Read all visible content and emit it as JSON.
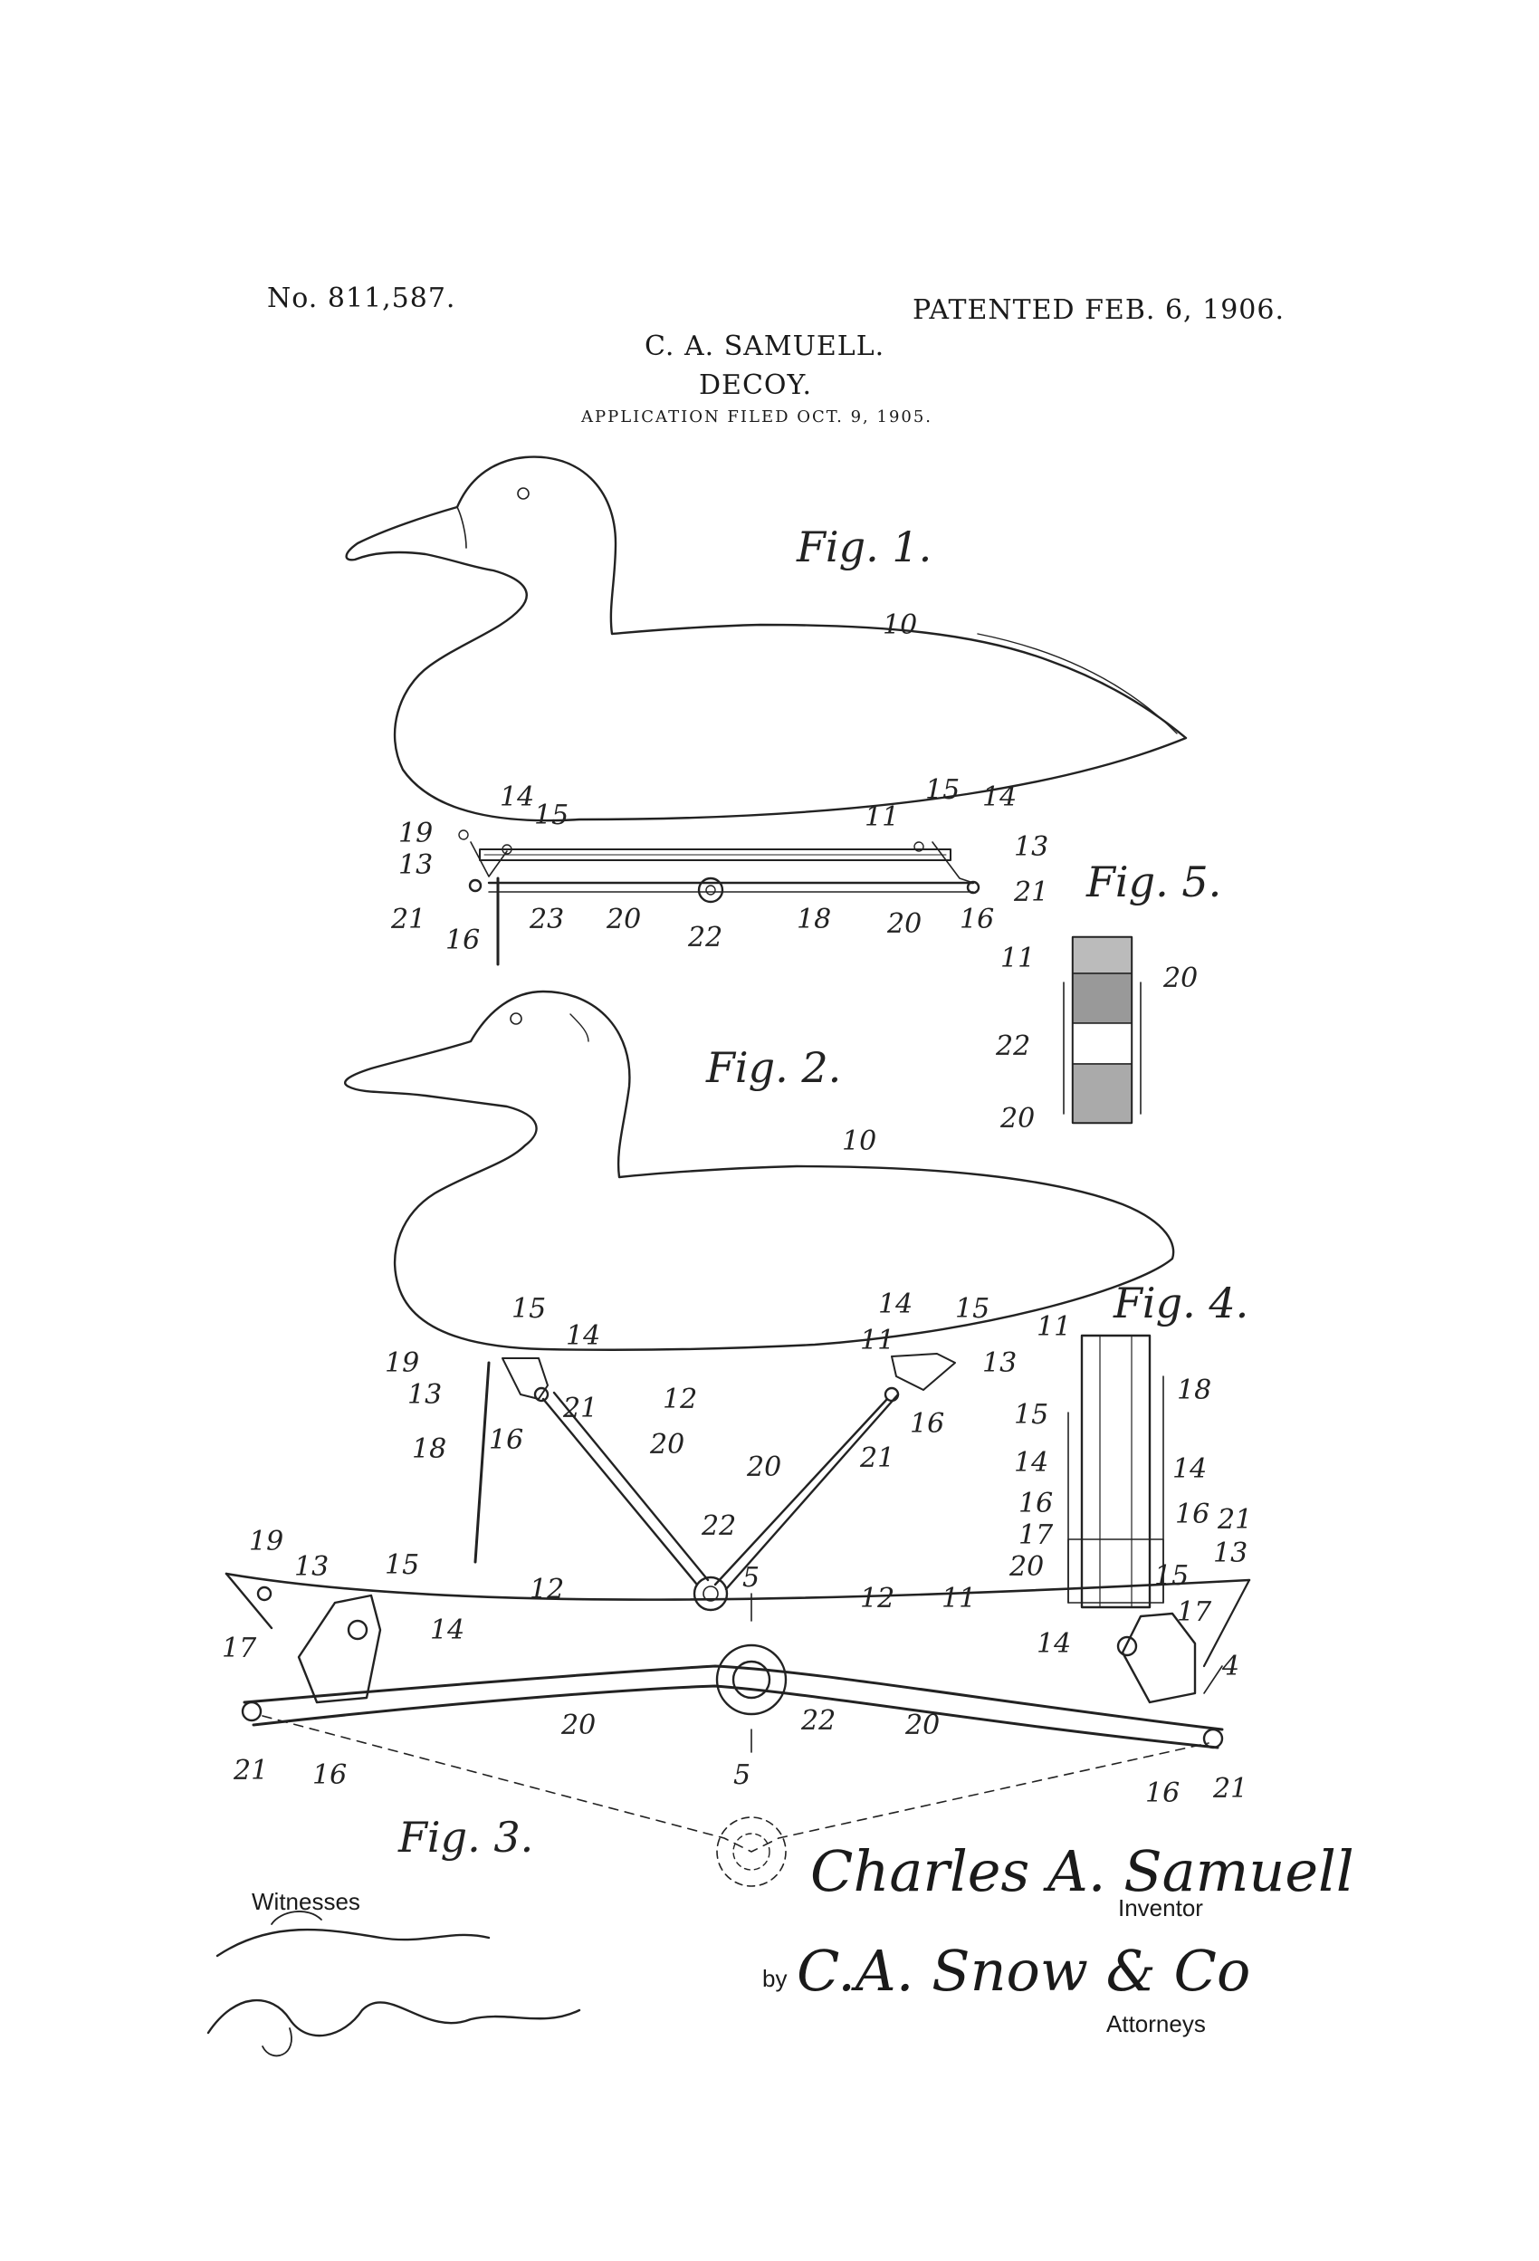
{
  "header": {
    "patent_number": "No. 811,587.",
    "patent_date": "PATENTED FEB. 6, 1906.",
    "inventor_name": "C. A. SAMUELL.",
    "title": "DECOY.",
    "filed": "APPLICATION FILED OCT. 9, 1905."
  },
  "figures": {
    "fig1": "Fig. 1.",
    "fig2": "Fig. 2.",
    "fig3": "Fig. 3.",
    "fig4": "Fig. 4.",
    "fig5": "Fig. 5."
  },
  "refs": {
    "r4": "4",
    "r5": "5",
    "r10": "10",
    "r11": "11",
    "r12": "12",
    "r13": "13",
    "r14": "14",
    "r15": "15",
    "r16": "16",
    "r17": "17",
    "r18": "18",
    "r19": "19",
    "r20": "20",
    "r21": "21",
    "r22": "22",
    "r23": "23"
  },
  "footer": {
    "witnesses_label": "Witnesses",
    "inventor_signature": "Charles A. Samuell",
    "inventor_label": "Inventor",
    "by_label": "by",
    "attorney_signature": "C.A. Snow & Co",
    "attorneys_label": "Attorneys"
  }
}
